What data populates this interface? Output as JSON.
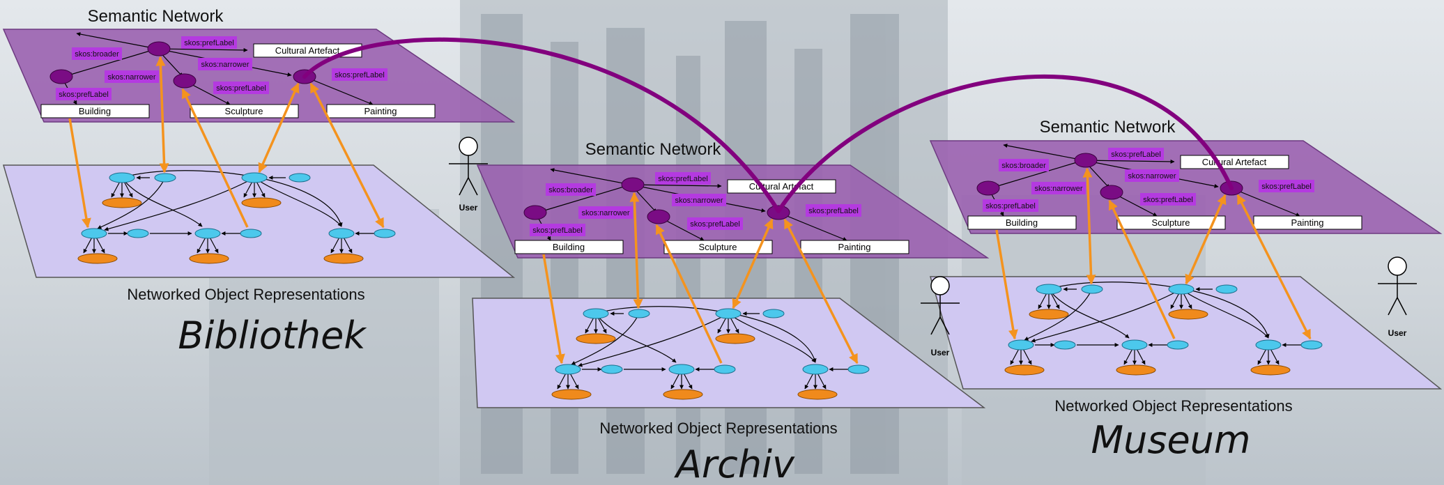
{
  "diagram": {
    "semantic_title": "Semantic Network",
    "network_caption": "Networked Object Representations",
    "user_label": "User",
    "concepts": [
      "Cultural Artefact",
      "Building",
      "Sculpture",
      "Painting"
    ],
    "relations": {
      "broader": "skos:broader",
      "narrower": "skos:narrower",
      "pref_label": "skos:prefLabel"
    },
    "institutions": [
      "Bibliothek",
      "Archiv",
      "Museum"
    ],
    "colors": {
      "semantic_layer": "#9b62b0",
      "object_layer": "#d0c8f2",
      "concept_node": "#7a0c84",
      "relation_tag": "#b43ae0",
      "object_node": "#4cc8ec",
      "object_base_node": "#f08a1c",
      "mapping_arrow": "#f4931e",
      "cross_link": "#82007e",
      "background": "#cfd6dc"
    }
  }
}
